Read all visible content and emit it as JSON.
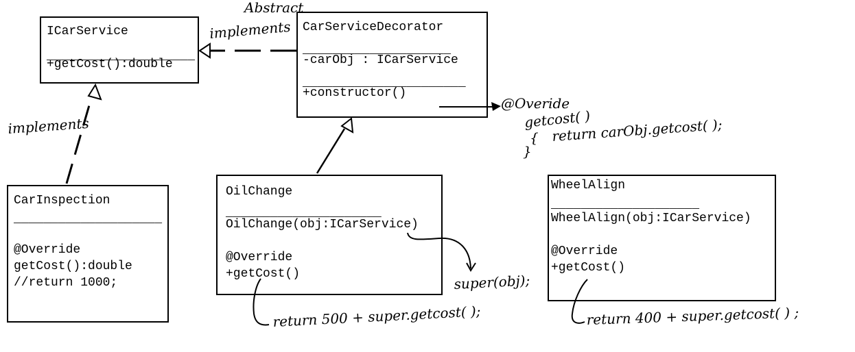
{
  "classes": {
    "icarservice": {
      "name": "ICarService",
      "separator": "____________________",
      "method": "+getCost():double"
    },
    "decorator": {
      "name": "CarServiceDecorator",
      "separator1": "____________________",
      "field": "-carObj : ICarService",
      "separator2": "______________________",
      "method": "+constructor()"
    },
    "inspection": {
      "name": "CarInspection",
      "separator": "____________________",
      "annotation": "@Override",
      "method": "getCost():double",
      "comment": "//return 1000;"
    },
    "oilchange": {
      "name": "OilChange",
      "separator": "_____________________",
      "constructor": "OilChange(obj:ICarService)",
      "annotation": "@Override",
      "method": "+getCost()"
    },
    "wheelalign": {
      "name": "WheelAlign",
      "separator": "____________________",
      "constructor": "WheelAlign(obj:ICarService)",
      "annotation": "@Override",
      "method": "+getCost()"
    }
  },
  "notes": {
    "abstract": "Abstract",
    "implements_top": "implements",
    "implements_left": "implements",
    "override": "@Overide",
    "getcost": "getcost( )",
    "brace_open": "{",
    "return_decorator": "return  carObj.getcost( );",
    "brace_close": "}",
    "super_call": "super(obj);",
    "oil_return": "return  500 + super.getcost( );",
    "wheel_return": "return   400 + super.getcost( ) ;"
  },
  "colors": {
    "stroke": "#000000",
    "background": "#ffffff"
  }
}
